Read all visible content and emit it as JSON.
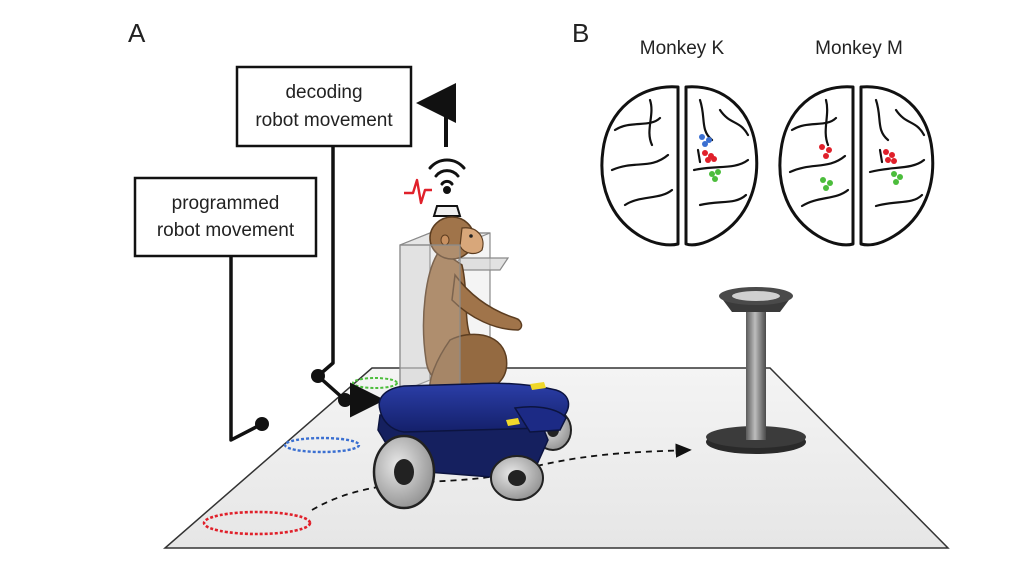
{
  "panels": {
    "a": {
      "letter": "A"
    },
    "b": {
      "letter": "B"
    }
  },
  "boxes": {
    "decoding": {
      "line1": "decoding",
      "line2": "robot movement"
    },
    "programmed": {
      "line1": "programmed",
      "line2": "robot movement"
    }
  },
  "brains": [
    {
      "title": "Monkey K"
    },
    {
      "title": "Monkey M"
    }
  ],
  "colors": {
    "red": "#e0202a",
    "blue": "#3a6fd1",
    "green": "#4cbd3c",
    "robot_blue": "#1e2f8f",
    "monkey": "#a0744a",
    "floor": "#f2f2f2"
  },
  "icons": [
    "wireless-signal-icon",
    "neural-spike-icon",
    "arrow-icon"
  ]
}
